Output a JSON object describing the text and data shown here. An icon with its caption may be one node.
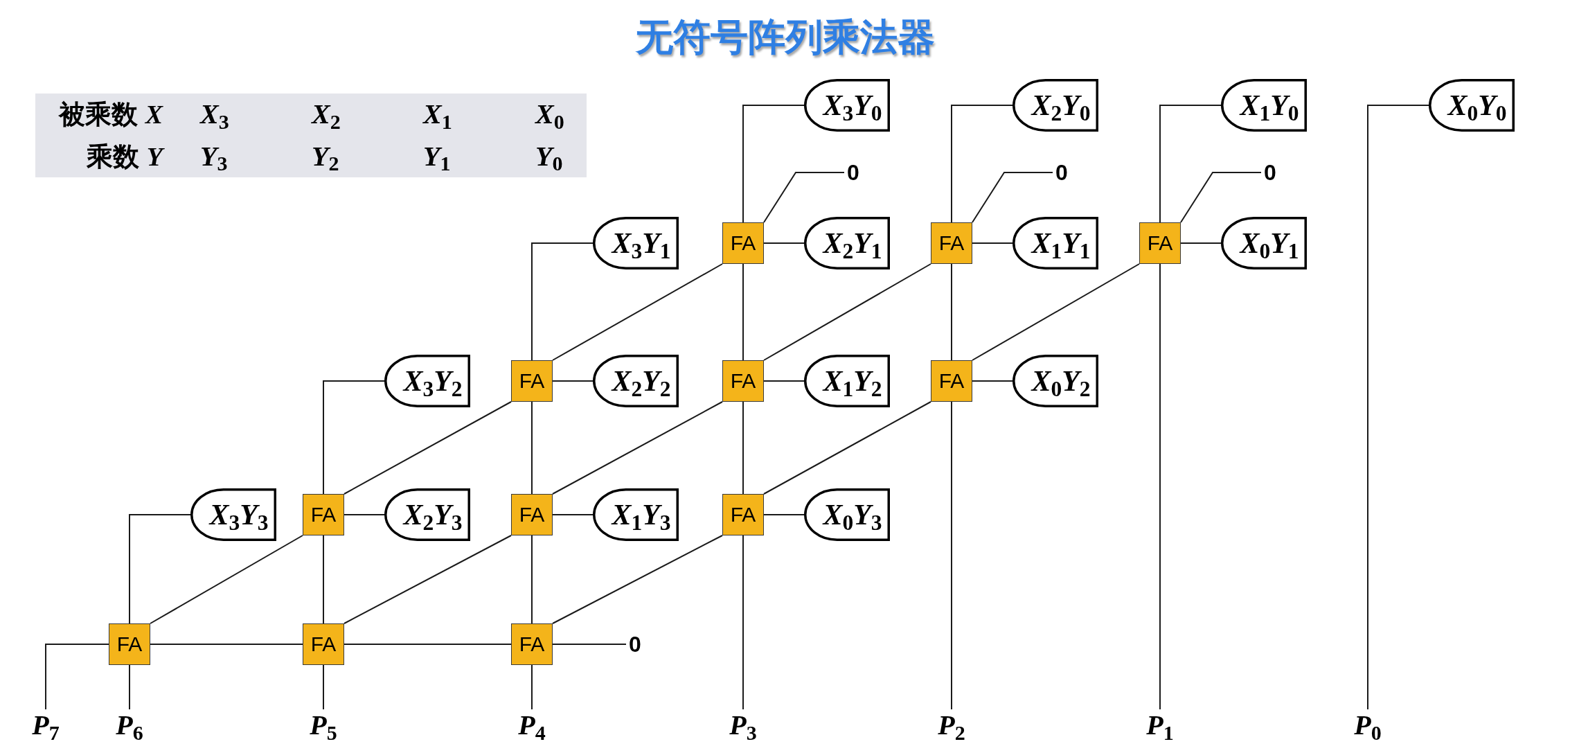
{
  "diagram": {
    "title": "无符号阵列乘法器",
    "nodes": [
      {
        "text": [
          "X$_{3}$Y$_{0}$"
        ]
      },
      {
        "text": [
          "X$_{2}$Y$_{0}$"
        ]
      },
      {
        "text": [
          "X$_{1}$Y$_{0}$"
        ]
      },
      {
        "text": [
          "X$_{0}$Y$_{0}$"
        ]
      },
      {
        "text": [
          "0"
        ]
      },
      {
        "text": [
          "0"
        ]
      },
      {
        "text": [
          "0"
        ]
      },
      {
        "text": [
          "X$_{3}$Y$_{1}$"
        ]
      },
      {
        "text": [
          "FA"
        ]
      },
      {
        "text": [
          "X$_{2}$Y$_{1}$"
        ]
      },
      {
        "text": [
          "FA"
        ]
      },
      {
        "text": [
          "X$_{1}$Y$_{1}$"
        ]
      },
      {
        "text": [
          "FA"
        ]
      },
      {
        "text": [
          "X$_{0}$Y$_{1}$"
        ]
      },
      {
        "text": [
          "X$_{3}$Y$_{2}$"
        ]
      },
      {
        "text": [
          "FA"
        ]
      },
      {
        "text": [
          "X$_{2}$Y$_{2}$"
        ]
      },
      {
        "text": [
          "FA"
        ]
      },
      {
        "text": [
          "X$_{1}$Y$_{2}$"
        ]
      },
      {
        "text": [
          "FA"
        ]
      },
      {
        "text": [
          "X$_{0}$Y$_{2}$"
        ]
      },
      {
        "text": [
          "X$_{3}$Y$_{3}$"
        ]
      },
      {
        "text": [
          "FA"
        ]
      },
      {
        "text": [
          "X$_{2}$Y$_{3}$"
        ]
      },
      {
        "text": [
          "FA"
        ]
      },
      {
        "text": [
          "X$_{1}$Y$_{3}$"
        ]
      },
      {
        "text": [
          "FA"
        ]
      },
      {
        "text": [
          "X$_{0}$Y$_{3}$"
        ]
      },
      {
        "text": [
          "FA"
        ]
      },
      {
        "text": [
          "FA"
        ]
      },
      {
        "text": [
          "FA"
        ]
      },
      {
        "text": [
          "0"
        ]
      },
      {
        "text": [
          "P$_{7}$"
        ]
      },
      {
        "text": [
          "P$_{6}$"
        ]
      },
      {
        "text": [
          "P$_{5}$"
        ]
      },
      {
        "text": [
          "P$_{4}$"
        ]
      },
      {
        "text": [
          "P$_{3}$"
        ]
      },
      {
        "text": [
          "P$_{2}$"
        ]
      },
      {
        "text": [
          "P$_{1}$"
        ]
      },
      {
        "text": [
          "P$_{0}$"
        ]
      }
    ],
    "edges": [
      {
        "from": 0,
        "to": 8,
        "arrow": "none"
      },
      {
        "from": 1,
        "to": 10,
        "arrow": "none"
      },
      {
        "from": 2,
        "to": 12,
        "arrow": "none"
      },
      {
        "from": 3,
        "to": 39,
        "arrow": "none"
      },
      {
        "from": 4,
        "to": 8,
        "arrow": "none"
      },
      {
        "from": 5,
        "to": 10,
        "arrow": "none"
      },
      {
        "from": 6,
        "to": 12,
        "arrow": "none"
      },
      {
        "from": 9,
        "to": 8,
        "arrow": "none"
      },
      {
        "from": 11,
        "to": 10,
        "arrow": "none"
      },
      {
        "from": 13,
        "to": 12,
        "arrow": "none"
      },
      {
        "from": 7,
        "to": 15,
        "arrow": "none"
      },
      {
        "from": 8,
        "to": 17,
        "arrow": "none"
      },
      {
        "from": 10,
        "to": 19,
        "arrow": "none"
      },
      {
        "from": 12,
        "to": 38,
        "arrow": "none"
      },
      {
        "from": 8,
        "to": 15,
        "arrow": "none"
      },
      {
        "from": 10,
        "to": 17,
        "arrow": "none"
      },
      {
        "from": 12,
        "to": 19,
        "arrow": "none"
      },
      {
        "from": 16,
        "to": 15,
        "arrow": "none"
      },
      {
        "from": 18,
        "to": 17,
        "arrow": "none"
      },
      {
        "from": 20,
        "to": 19,
        "arrow": "none"
      },
      {
        "from": 14,
        "to": 22,
        "arrow": "none"
      },
      {
        "from": 15,
        "to": 24,
        "arrow": "none"
      },
      {
        "from": 17,
        "to": 26,
        "arrow": "none"
      },
      {
        "from": 19,
        "to": 37,
        "arrow": "none"
      },
      {
        "from": 15,
        "to": 22,
        "arrow": "none"
      },
      {
        "from": 17,
        "to": 24,
        "arrow": "none"
      },
      {
        "from": 19,
        "to": 26,
        "arrow": "none"
      },
      {
        "from": 23,
        "to": 22,
        "arrow": "none"
      },
      {
        "from": 25,
        "to": 24,
        "arrow": "none"
      },
      {
        "from": 27,
        "to": 26,
        "arrow": "none"
      },
      {
        "from": 21,
        "to": 28,
        "arrow": "none"
      },
      {
        "from": 22,
        "to": 29,
        "arrow": "none"
      },
      {
        "from": 24,
        "to": 30,
        "arrow": "none"
      },
      {
        "from": 26,
        "to": 36,
        "arrow": "none"
      },
      {
        "from": 22,
        "to": 28,
        "arrow": "none"
      },
      {
        "from": 24,
        "to": 29,
        "arrow": "none"
      },
      {
        "from": 26,
        "to": 30,
        "arrow": "none"
      },
      {
        "from": 31,
        "to": 30,
        "arrow": "none"
      },
      {
        "from": 30,
        "to": 29,
        "arrow": "none"
      },
      {
        "from": 29,
        "to": 28,
        "arrow": "none"
      },
      {
        "from": 28,
        "to": 32,
        "arrow": "none"
      },
      {
        "from": 28,
        "to": 33,
        "arrow": "none"
      },
      {
        "from": 29,
        "to": 34,
        "arrow": "none"
      },
      {
        "from": 30,
        "to": 35,
        "arrow": "none"
      }
    ],
    "labels": [
      "被乘数 *X*",
      "X$_{3}$",
      "X$_{2}$",
      "X$_{1}$",
      "X$_{0}$",
      "乘数 *Y*",
      "Y$_{3}$",
      "Y$_{2}$",
      "Y$_{1}$",
      "Y$_{0}$"
    ]
  }
}
